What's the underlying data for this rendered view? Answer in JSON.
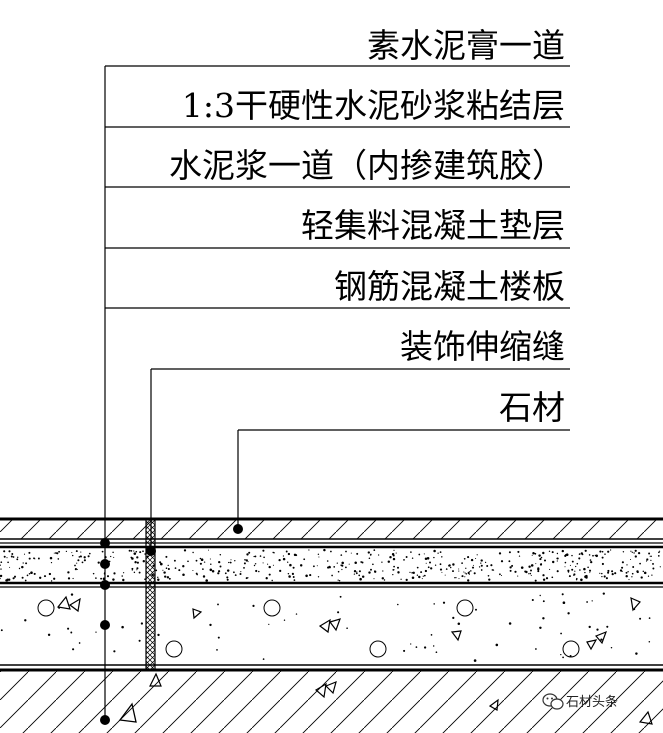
{
  "labels": [
    "素水泥膏一道",
    "1:3干硬性水泥砂浆粘结层",
    "水泥浆一道（内掺建筑胶）",
    "轻集料混凝土垫层",
    "钢筋混凝土楼板",
    "装饰伸缩缝",
    "石材"
  ],
  "watermark": {
    "text": "石材头条",
    "icon": "wechat-icon"
  },
  "colors": {
    "line": "#000000",
    "background": "#ffffff"
  }
}
